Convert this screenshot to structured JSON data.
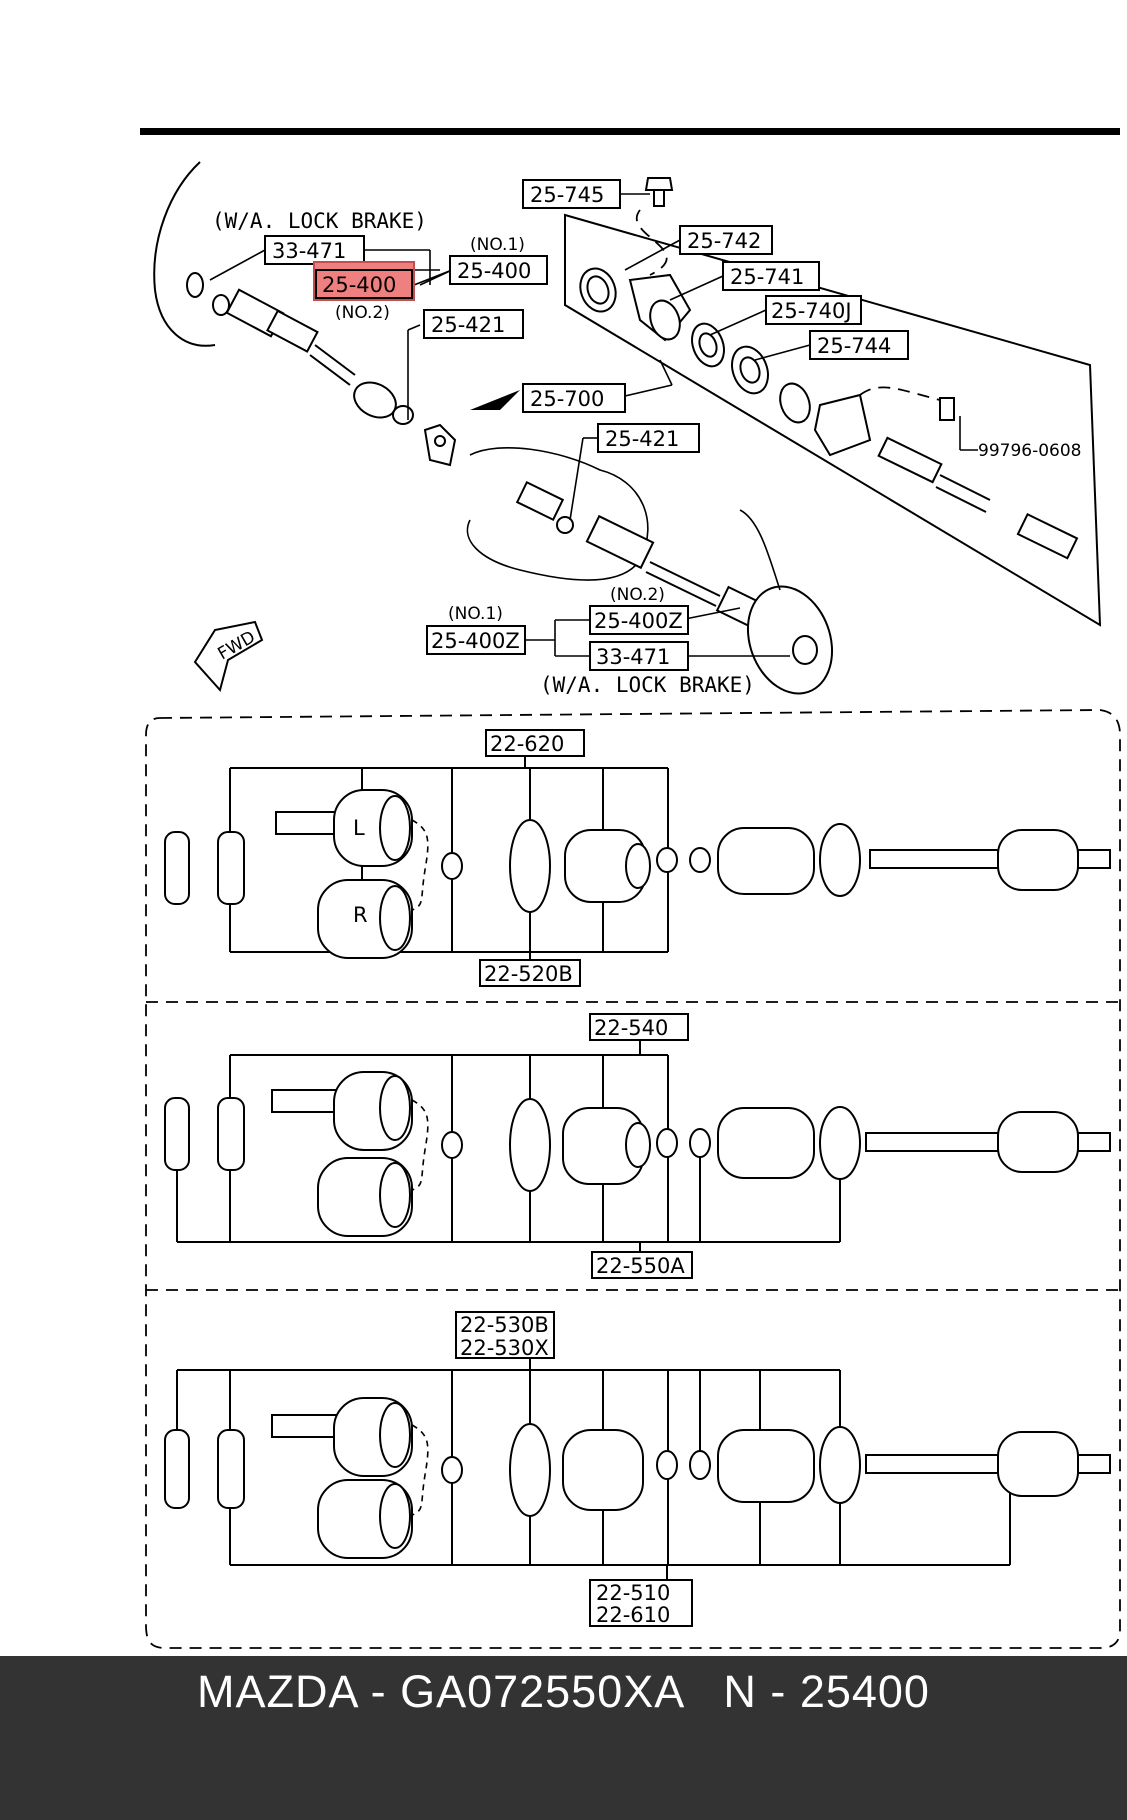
{
  "highlight_color": "#f08080",
  "footer_background": "#333333",
  "footer": {
    "brand": "MAZDA",
    "sep1": " - ",
    "part_number": "GA072550XA",
    "gap": "   ",
    "code_prefix": "N",
    "sep2": " - ",
    "code": "25400"
  },
  "top_assembly": {
    "lock_brake_left": "(W/A. LOCK BRAKE)",
    "lock_brake_right": "(W/A. LOCK BRAKE)",
    "no1_left": "(NO.1)",
    "no2_left": "(NO.2)",
    "no1_right": "(NO.1)",
    "no2_right": "(NO.2)",
    "fwd": "FWD",
    "labels": {
      "p25_745": "25-745",
      "p33_471_a": "33-471",
      "p25_742": "25-742",
      "p25_400": "25-400",
      "p25_400_hl": "25-400",
      "p25_741": "25-741",
      "p25_740j": "25-740J",
      "p25_421_a": "25-421",
      "p25_744": "25-744",
      "p25_700": "25-700",
      "p25_421_b": "25-421",
      "p99796": "99796-0608",
      "p25_400z_a": "25-400Z",
      "p25_400z_b": "25-400Z",
      "p33_471_b": "33-471"
    }
  },
  "panels": [
    {
      "top_labels": [
        "22-620"
      ],
      "bottom_labels": [
        "22-520B"
      ]
    },
    {
      "top_labels": [
        "22-540"
      ],
      "bottom_labels": [
        "22-550A"
      ]
    },
    {
      "top_labels": [
        "22-530B",
        "22-530X"
      ],
      "bottom_labels": [
        "22-510",
        "22-610"
      ]
    }
  ],
  "joint_marks": {
    "left": "L",
    "right": "R"
  }
}
